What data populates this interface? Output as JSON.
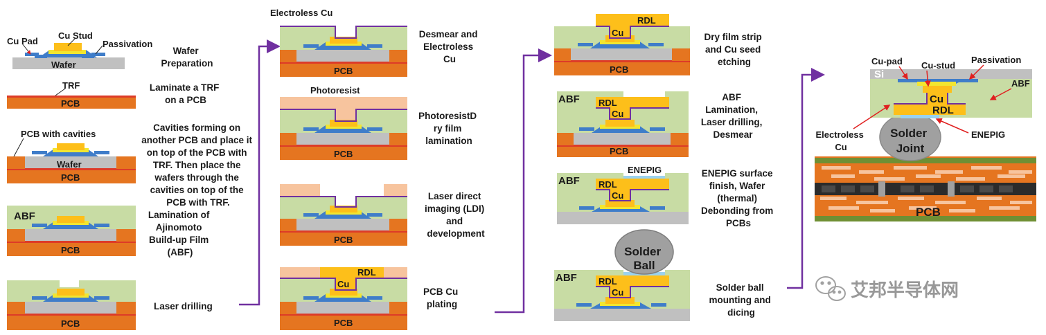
{
  "column1": {
    "step1": {
      "caption": [
        "Wafer",
        "Preparation"
      ],
      "labels": {
        "cu_pad": "Cu Pad",
        "cu_stud": "Cu Stud",
        "passivation": "Passivation",
        "wafer": "Wafer"
      }
    },
    "step2": {
      "caption": [
        "Laminate a TRF",
        "on a PCB"
      ],
      "labels": {
        "trf": "TRF",
        "pcb": "PCB"
      }
    },
    "step3": {
      "caption": [
        "Cavities forming on",
        "another PCB and place it",
        "on top of the PCB with",
        "TRF. Then place the",
        "wafers through the",
        "cavities on top of the",
        "PCB with TRF."
      ],
      "labels": {
        "pcb_cavities": "PCB with cavities",
        "wafer": "Wafer",
        "pcb": "PCB"
      }
    },
    "step4": {
      "caption": [
        "Lamination of",
        "Ajinomoto",
        "Build-up Film",
        "(ABF)"
      ],
      "labels": {
        "abf": "ABF",
        "pcb": "PCB"
      }
    },
    "step5": {
      "caption": [
        "Laser drilling"
      ],
      "labels": {
        "pcb": "PCB"
      }
    }
  },
  "column2": {
    "step1": {
      "caption": [
        "Desmear and",
        "Electroless",
        "Cu"
      ],
      "labels": {
        "electroless": "Electroless Cu",
        "pcb": "PCB"
      }
    },
    "step2": {
      "caption": [
        "PhotoresistD",
        "ry film",
        "lamination"
      ],
      "labels": {
        "photoresist": "Photoresist",
        "pcb": "PCB"
      }
    },
    "step3": {
      "caption": [
        "Laser direct",
        "imaging (LDI)",
        "and",
        "development"
      ],
      "labels": {
        "pcb": "PCB"
      }
    },
    "step4": {
      "caption": [
        "PCB Cu",
        "plating"
      ],
      "labels": {
        "rdl": "RDL",
        "cu": "Cu",
        "pcb": "PCB"
      }
    }
  },
  "column3": {
    "step1": {
      "caption": [
        "Dry film strip",
        "and Cu seed",
        "etching"
      ],
      "labels": {
        "rdl": "RDL",
        "cu": "Cu",
        "pcb": "PCB"
      }
    },
    "step2": {
      "caption": [
        "ABF",
        "Lamination,",
        "Laser drilling,",
        "Desmear"
      ],
      "labels": {
        "abf": "ABF",
        "rdl": "RDL",
        "cu": "Cu",
        "pcb": "PCB"
      }
    },
    "step3": {
      "caption": [
        "ENEPIG surface",
        "finish, Wafer",
        "(thermal)",
        "Debonding from",
        "PCBs"
      ],
      "labels": {
        "enepig": "ENEPIG",
        "abf": "ABF",
        "rdl": "RDL",
        "cu": "Cu"
      }
    },
    "step4": {
      "caption": [
        "Solder ball",
        "mounting and",
        "dicing"
      ],
      "labels": {
        "solder_ball": [
          "Solder",
          "Ball"
        ],
        "abf": "ABF",
        "rdl": "RDL",
        "cu": "Cu"
      }
    }
  },
  "final": {
    "labels": {
      "si": "Si",
      "cu_pad": "Cu-pad",
      "cu_stud": "Cu-stud",
      "passivation": "Passivation",
      "abf": "ABF",
      "cu": "Cu",
      "rdl": "RDL",
      "electroless": [
        "Electroless",
        "Cu"
      ],
      "enepig": "ENEPIG",
      "solder_joint": [
        "Solder",
        "Joint"
      ],
      "pcb": "PCB"
    }
  },
  "watermark": {
    "text": "艾邦半导体网",
    "icon": "wechat-icon"
  },
  "colors": {
    "abf": "#c8dca4",
    "wafer": "#c0c0c0",
    "pcb": "#e57520",
    "trf": "#dd3b28",
    "cu_pad": "#3f7dc9",
    "cu_stud": "#fdbf1a",
    "stud_base": "#f2e630",
    "photoresist": "#f7c49e",
    "electroless": "#7030a0",
    "enepig": "#9ad2ef",
    "solder": "#a0a0a0",
    "arrow": "#7030a0"
  }
}
